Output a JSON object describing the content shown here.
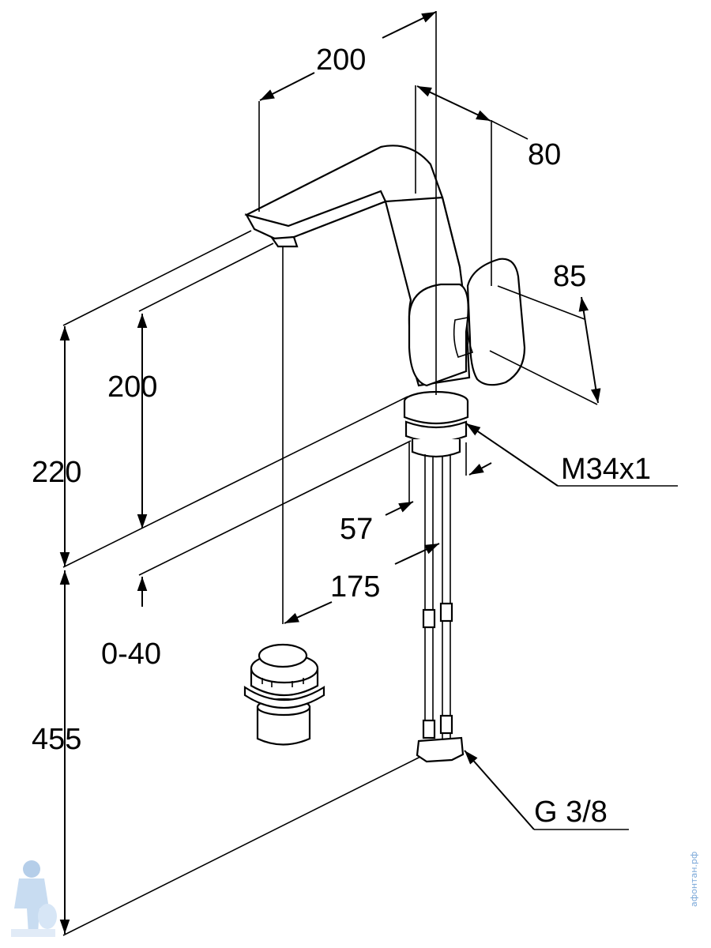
{
  "diagram": {
    "title": "Faucet dimension drawing",
    "dimensions": {
      "spout_reach": "200",
      "body_depth": "80",
      "lever_height": "85",
      "spout_outlet_height": "200",
      "body_height": "220",
      "thread": "M34x1",
      "base_diameter": "57",
      "outlet_to_axis": "175",
      "deck_thickness": "0-40",
      "hose_length": "455",
      "connection": "G 3/8"
    },
    "watermark": {
      "text": "афонтан.рф",
      "accent_color": "#7aa7d8"
    }
  }
}
